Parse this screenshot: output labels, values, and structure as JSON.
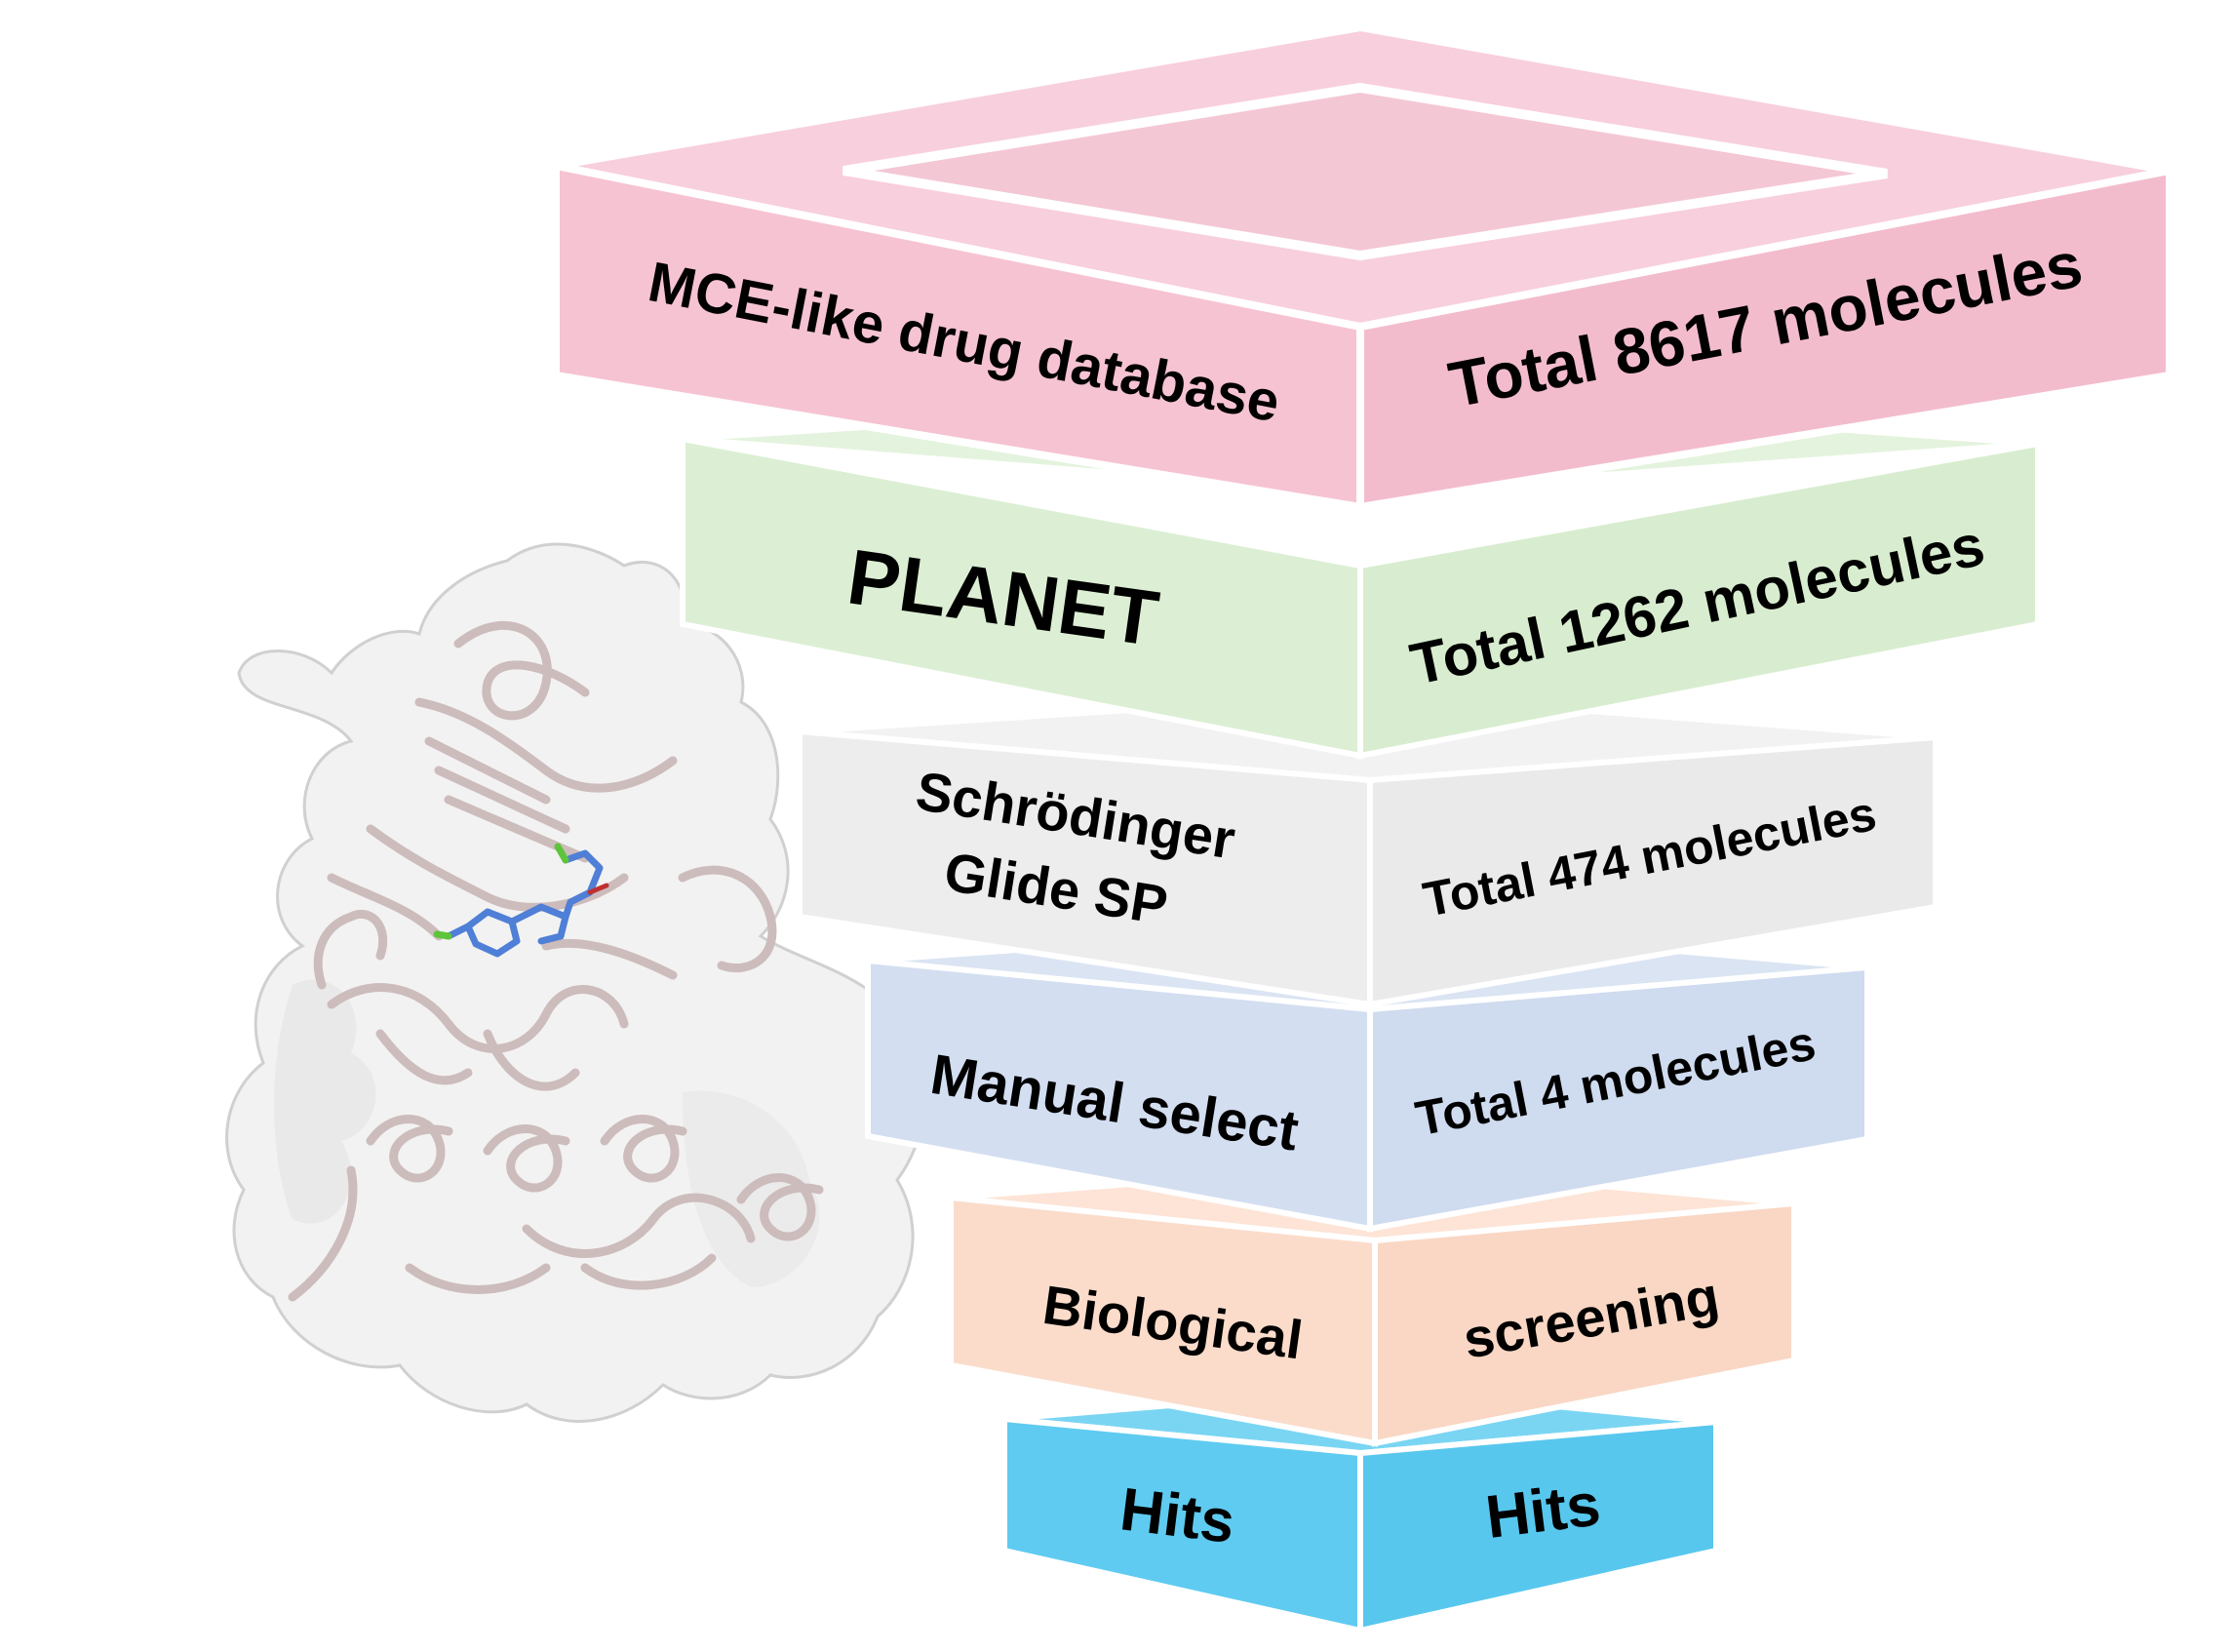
{
  "layers": [
    {
      "id": "mce",
      "left_label": "MCE-like drug database",
      "right_label": "Total 8617 molecules",
      "colors": {
        "front": "#f6c3d2",
        "side": "#f3bccd",
        "top": "#f8cfdc",
        "hole": "#f4c7d5"
      }
    },
    {
      "id": "planet",
      "left_label": "PLANET",
      "right_label": "Total 1262 molecules",
      "colors": {
        "front": "#dcefd4",
        "side": "#d8edcf",
        "top": "#e4f3dd"
      }
    },
    {
      "id": "glide",
      "left_label": "Schrödinger Glide SP",
      "left_lines": [
        "Schrödinger",
        "Glide SP"
      ],
      "right_label": "Total 474 molecules",
      "colors": {
        "front": "#ededed",
        "side": "#eaeaea",
        "top": "#f2f2f2"
      }
    },
    {
      "id": "manual",
      "left_label": "Manual select",
      "right_label": "Total 4 molecules",
      "colors": {
        "front": "#d3def1",
        "side": "#cfdbef",
        "top": "#dbe4f3"
      }
    },
    {
      "id": "bio",
      "left_label": "Biological",
      "right_label": "screening",
      "colors": {
        "front": "#fbdccb",
        "side": "#f9d7c4",
        "top": "#fde4d6"
      }
    },
    {
      "id": "hits",
      "left_label": "Hits",
      "right_label": "Hits",
      "colors": {
        "front": "#5fcbf0",
        "side": "#58c7ee",
        "top": "#7ad5f3"
      }
    }
  ],
  "protein": {
    "cartoon_color": "#cdbcbc",
    "surface_color": "#f3f3f3",
    "ligand_color": "#4f7fd6",
    "halogen_color": "#5ec43a"
  }
}
